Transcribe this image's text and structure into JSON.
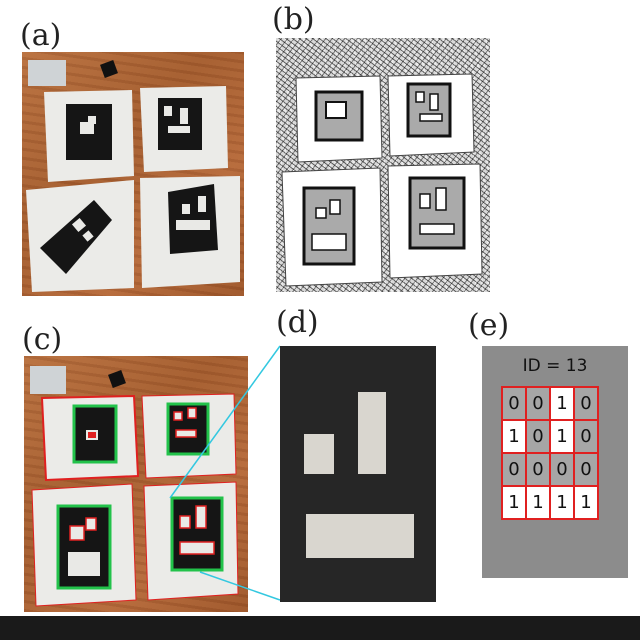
{
  "panels": {
    "a": {
      "label": "(a)"
    },
    "b": {
      "label": "(b)"
    },
    "c": {
      "label": "(c)"
    },
    "d": {
      "label": "(d)"
    },
    "e": {
      "label": "(e)"
    }
  },
  "marker_id": {
    "title": "ID = 13",
    "bits": [
      [
        0,
        0,
        1,
        0
      ],
      [
        1,
        0,
        1,
        0
      ],
      [
        0,
        0,
        0,
        0
      ],
      [
        1,
        1,
        1,
        1
      ]
    ]
  },
  "colors": {
    "wood": "#a85f30",
    "marker_black": "#151515",
    "paper": "#e9e9e6",
    "detect_red": "#e02020",
    "detect_green": "#22c24a",
    "zoom_line": "#33c8e0",
    "grid_bg": "#8c8c8c"
  }
}
